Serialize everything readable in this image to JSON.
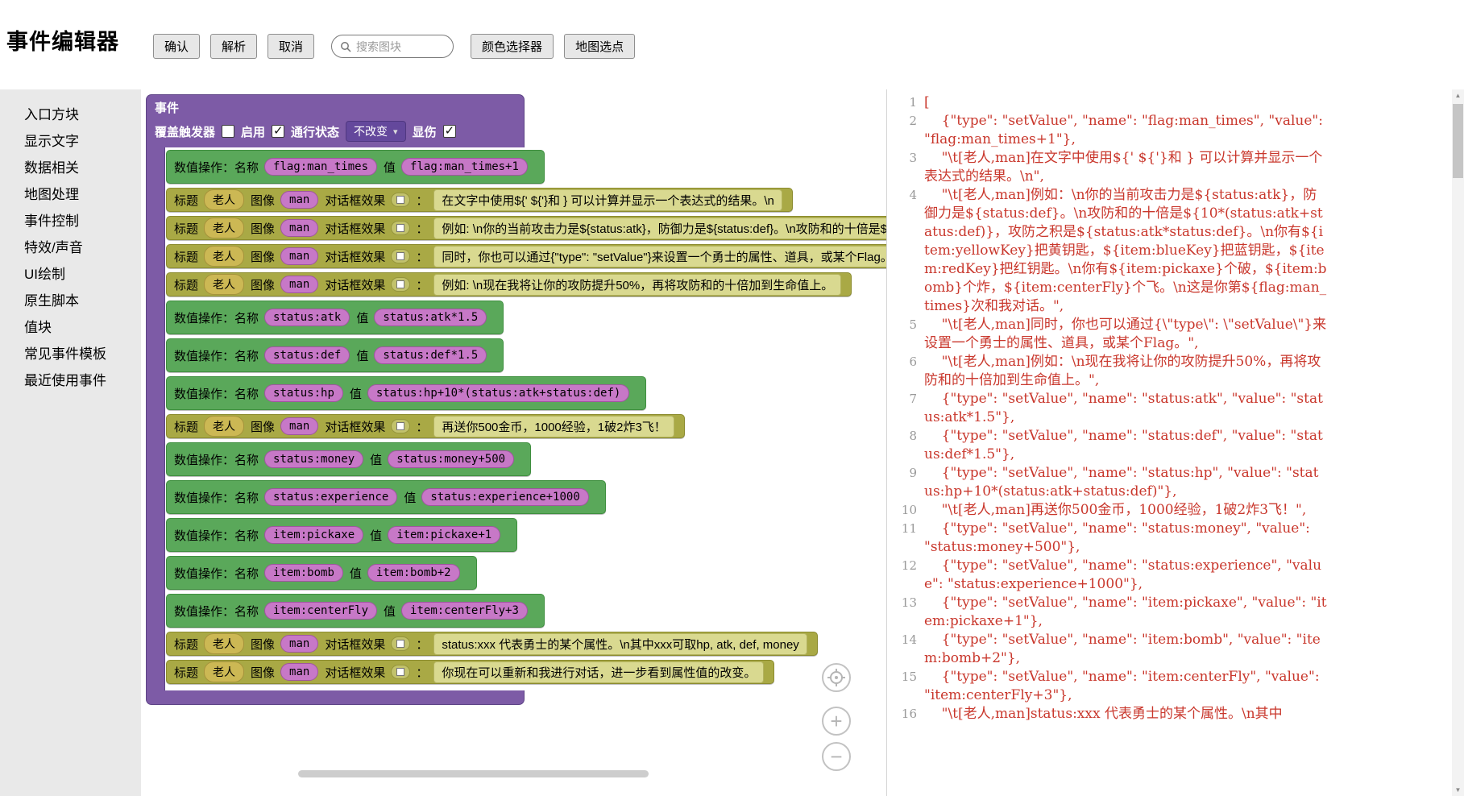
{
  "header": {
    "title": "事件编辑器",
    "buttons": {
      "confirm": "确认",
      "parse": "解析",
      "cancel": "取消",
      "color_picker": "颜色选择器",
      "map_point": "地图选点"
    },
    "search": {
      "placeholder": "搜索图块"
    }
  },
  "sidebar": {
    "items": [
      "入口方块",
      "显示文字",
      "数据相关",
      "地图处理",
      "事件控制",
      "特效/声音",
      "UI绘制",
      "原生脚本",
      "值块",
      "常见事件模板",
      "最近使用事件"
    ]
  },
  "workspace": {
    "event_block": {
      "title": "事件",
      "settings": {
        "override_trigger_label": "覆盖触发器",
        "enabled_label": "启用",
        "pass_state_label": "通行状态",
        "pass_state_value": "不改变",
        "display_damage_label": "显伤"
      },
      "checkbox_states": {
        "override_trigger": false,
        "enabled": true,
        "display_damage": true
      }
    },
    "labels": {
      "setvalue_prefix": "数值操作：名称",
      "value": "值",
      "title": "标题",
      "image": "图像",
      "effect": "对话框效果",
      "colon": "："
    },
    "blocks": [
      {
        "kind": "setValue",
        "name": "flag:man_times",
        "value": "flag:man_times+1"
      },
      {
        "kind": "dialog",
        "title": "老人",
        "image": "man",
        "text": "在文字中使用${' ${'}和 } 可以计算并显示一个表达式的结果。\\n"
      },
      {
        "kind": "dialog",
        "title": "老人",
        "image": "man",
        "text": "例如: \\n你的当前攻击力是${status:atk}，防御力是${status:def}。\\n攻防和的十倍是${10*(status:atk+status:def)}，攻防之积是${status:atk*status:def}。"
      },
      {
        "kind": "dialog",
        "title": "老人",
        "image": "man",
        "text": "同时，你也可以通过{\"type\": \"setValue\"}来设置一个勇士的属性、道具，或某个Flag。"
      },
      {
        "kind": "dialog",
        "title": "老人",
        "image": "man",
        "text": "例如: \\n现在我将让你的攻防提升50%，再将攻防和的十倍加到生命值上。"
      },
      {
        "kind": "setValue",
        "name": "status:atk",
        "value": "status:atk*1.5"
      },
      {
        "kind": "setValue",
        "name": "status:def",
        "value": "status:def*1.5"
      },
      {
        "kind": "setValue",
        "name": "status:hp",
        "value": "status:hp+10*(status:atk+status:def)"
      },
      {
        "kind": "dialog",
        "title": "老人",
        "image": "man",
        "text": "再送你500金币，1000经验，1破2炸3飞！"
      },
      {
        "kind": "setValue",
        "name": "status:money",
        "value": "status:money+500"
      },
      {
        "kind": "setValue",
        "name": "status:experience",
        "value": "status:experience+1000"
      },
      {
        "kind": "setValue",
        "name": "item:pickaxe",
        "value": "item:pickaxe+1"
      },
      {
        "kind": "setValue",
        "name": "item:bomb",
        "value": "item:bomb+2"
      },
      {
        "kind": "setValue",
        "name": "item:centerFly",
        "value": "item:centerFly+3"
      },
      {
        "kind": "dialog",
        "title": "老人",
        "image": "man",
        "text": "status:xxx 代表勇士的某个属性。\\n其中xxx可取hp, atk, def, money"
      },
      {
        "kind": "dialog",
        "title": "老人",
        "image": "man",
        "text": "你现在可以重新和我进行对话，进一步看到属性值的改变。"
      }
    ],
    "zoom": {
      "in_glyph": "+",
      "out_glyph": "−"
    }
  },
  "code_panel": {
    "lines": [
      {
        "num": "1",
        "text": "["
      },
      {
        "num": "2",
        "text": "    {\"type\": \"setValue\", \"name\": \"flag:man_times\", \"value\": \"flag:man_times+1\"},"
      },
      {
        "num": "3",
        "text": "    \"\\t[老人,man]在文字中使用${' ${'}和 } 可以计算并显示一个表达式的结果。\\n\","
      },
      {
        "num": "4",
        "text": "    \"\\t[老人,man]例如：\\n你的当前攻击力是${status:atk}，防御力是${status:def}。\\n攻防和的十倍是${10*(status:atk+status:def)}，攻防之积是${status:atk*status:def}。\\n你有${item:yellowKey}把黄钥匙，${item:blueKey}把蓝钥匙，${item:redKey}把红钥匙。\\n你有${item:pickaxe}个破，${item:bomb}个炸，${item:centerFly}个飞。\\n这是你第${flag:man_times}次和我对话。\","
      },
      {
        "num": "5",
        "text": "    \"\\t[老人,man]同时，你也可以通过{\\\"type\\\": \\\"setValue\\\"}来设置一个勇士的属性、道具，或某个Flag。\","
      },
      {
        "num": "6",
        "text": "    \"\\t[老人,man]例如：\\n现在我将让你的攻防提升50%，再将攻防和的十倍加到生命值上。\","
      },
      {
        "num": "7",
        "text": "    {\"type\": \"setValue\", \"name\": \"status:atk\", \"value\": \"status:atk*1.5\"},"
      },
      {
        "num": "8",
        "text": "    {\"type\": \"setValue\", \"name\": \"status:def\", \"value\": \"status:def*1.5\"},"
      },
      {
        "num": "9",
        "text": "    {\"type\": \"setValue\", \"name\": \"status:hp\", \"value\": \"status:hp+10*(status:atk+status:def)\"},"
      },
      {
        "num": "10",
        "text": "    \"\\t[老人,man]再送你500金币，1000经验，1破2炸3飞！\","
      },
      {
        "num": "11",
        "text": "    {\"type\": \"setValue\", \"name\": \"status:money\", \"value\": \"status:money+500\"},"
      },
      {
        "num": "12",
        "text": "    {\"type\": \"setValue\", \"name\": \"status:experience\", \"value\": \"status:experience+1000\"},"
      },
      {
        "num": "13",
        "text": "    {\"type\": \"setValue\", \"name\": \"item:pickaxe\", \"value\": \"item:pickaxe+1\"},"
      },
      {
        "num": "14",
        "text": "    {\"type\": \"setValue\", \"name\": \"item:bomb\", \"value\": \"item:bomb+2\"},"
      },
      {
        "num": "15",
        "text": "    {\"type\": \"setValue\", \"name\": \"item:centerFly\", \"value\": \"item:centerFly+3\"},"
      },
      {
        "num": "16",
        "text": "    \"\\t[老人,man]status:xxx 代表勇士的某个属性。\\n其中"
      }
    ]
  },
  "icons": {
    "check": "✓",
    "chevron_down": "▾",
    "scroll_up": "▲",
    "scroll_down": "▼"
  },
  "colors": {
    "event_block": "#7d5ba6",
    "event_block_border": "#5e4486",
    "setvalue_block": "#5aa85a",
    "setvalue_border": "#3f8f3f",
    "dialog_block": "#a9a945",
    "dialog_border": "#8c8c2f",
    "field_magenta": "#c778c7",
    "field_magenta_border": "#9f559f",
    "field_tan": "#ccb854",
    "field_tan_border": "#a6943c",
    "text_field": "#d9d990",
    "text_field_border": "#b3b35e",
    "code_text": "#c9372c",
    "line_number": "#999999"
  }
}
